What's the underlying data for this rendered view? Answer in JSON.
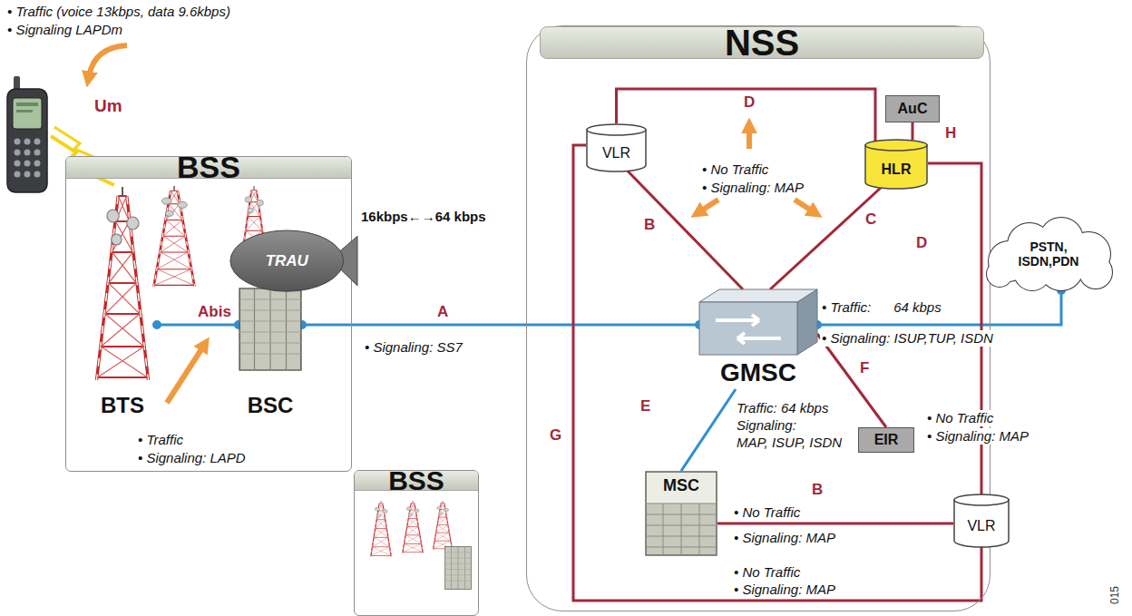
{
  "diagram": {
    "nodes": [
      {
        "text": [
          "BSS"
        ]
      },
      {
        "text": [
          "BTS"
        ],
        "in": 0
      },
      {
        "text": [
          "BSC"
        ],
        "in": 0
      },
      {
        "text": [
          "TRAU"
        ],
        "in": 0
      },
      {
        "text": [
          "NSS"
        ]
      },
      {
        "text": [
          "VLR"
        ],
        "in": 4
      },
      {
        "text": [
          "AuC"
        ],
        "in": 4
      },
      {
        "text": [
          "HLR"
        ],
        "in": 4
      },
      {
        "text": [
          "GMSC"
        ],
        "in": 4
      },
      {
        "text": [
          "EIR"
        ],
        "in": 4
      },
      {
        "text": [
          "MSC"
        ],
        "in": 4
      },
      {
        "text": [
          "VLR"
        ],
        "in": 4
      },
      {
        "text": [
          "PSTN, ISDN,PDN"
        ]
      },
      {
        "text": [
          "BSS"
        ]
      }
    ],
    "edges": [
      {
        "from": 1,
        "to": 2,
        "arrow": "none",
        "label": "Abis"
      },
      {
        "from": 2,
        "to": 8,
        "arrow": "none",
        "label": "A"
      },
      {
        "from": 5,
        "to": 7,
        "arrow": "none",
        "label": "D"
      },
      {
        "from": 6,
        "to": 7,
        "arrow": "none",
        "label": "H"
      },
      {
        "from": 5,
        "to": 8,
        "arrow": "none",
        "label": "B"
      },
      {
        "from": 7,
        "to": 8,
        "arrow": "none",
        "label": "C"
      },
      {
        "from": 8,
        "to": 12,
        "arrow": "none"
      },
      {
        "from": 7,
        "to": 11,
        "arrow": "none",
        "label": "D"
      },
      {
        "from": 9,
        "to": 8,
        "arrow": "none",
        "label": "F"
      },
      {
        "from": 8,
        "to": 10,
        "arrow": "none",
        "label": "E"
      },
      {
        "from": 10,
        "to": 11,
        "arrow": "none",
        "label": "B"
      },
      {
        "from": 5,
        "to": 11,
        "arrow": "none",
        "label": "G"
      }
    ],
    "labels": [
      "• Traffic (voice 13kbps, data 9.6kbps)",
      "• Signaling LAPDm",
      "Um",
      "16kbps←→64 kbps",
      "• Signaling: SS7",
      "• Traffic",
      "• Signaling: LAPD",
      "• No Traffic",
      "• Signaling: MAP",
      "• Traffic:      64 kbps",
      "• Signaling: ISUP,TUP, ISDN",
      "Traffic: 64 kbps",
      "Signaling:",
      "MAP, ISUP, ISDN",
      "• No Traffic",
      "• Signaling: MAP",
      "• No Traffic",
      "• Signaling: MAP",
      "• No Traffic",
      "• Signaling: MAP",
      "015"
    ]
  }
}
